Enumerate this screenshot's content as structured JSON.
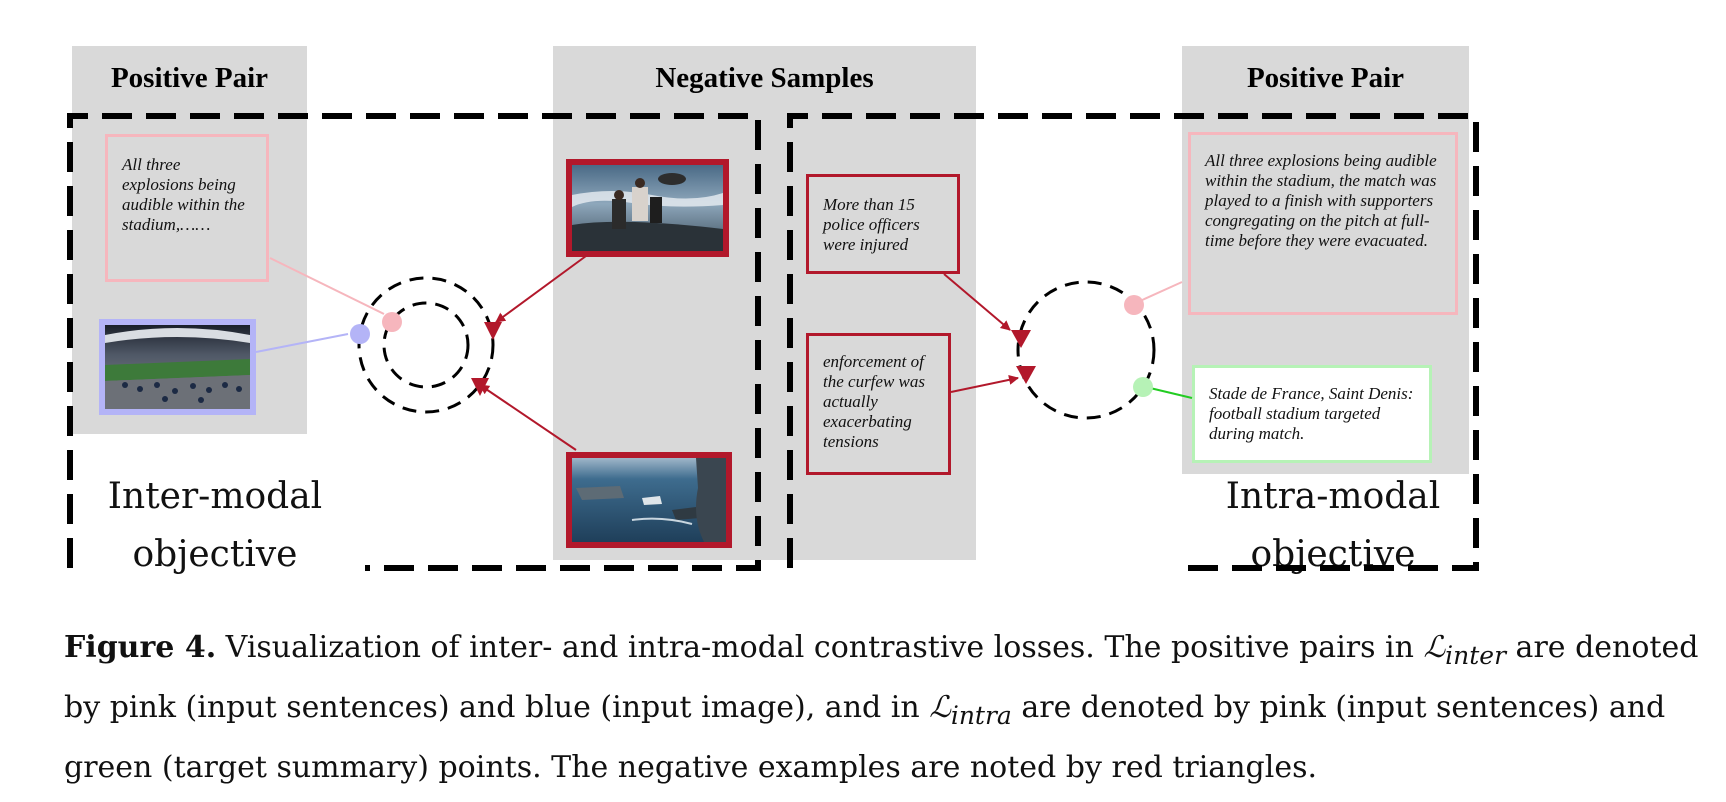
{
  "panels": {
    "left_title": "Positive Pair",
    "center_title": "Negative Samples",
    "right_title": "Positive Pair"
  },
  "boxes": {
    "left_pink": "All three explosions being audible within the stadium,……",
    "center_red_1": "More than 15 police officers were injured",
    "center_red_2": "enforcement of the curfew was actually exacerbating tensions",
    "right_pink": "All three explosions being audible within the stadium, the match was played to a finish with supporters congregating on the pitch at full-time before they were evacuated.",
    "right_green": "Stade de France, Saint Denis: football stadium targeted during match."
  },
  "objectives": {
    "inter": "Inter-modal\nobjective",
    "intra": "Intra-modal\nobjective"
  },
  "caption": {
    "figure_label": "Figure 4.",
    "text_1": " Visualization of inter- and intra-modal contrastive losses. The positive pairs in ",
    "math_inter": "ℒ",
    "math_inter_sub": "inter",
    "text_2": " are denoted by pink (input sentences) and blue (input image), and in ",
    "math_intra": "ℒ",
    "math_intra_sub": "intra",
    "text_3": " are denoted by pink (input sentences) and green (target summary) points. The negative examples are noted by red triangles."
  },
  "colors": {
    "pink": "#f6b6bd",
    "blue": "#b4b4f7",
    "green": "#b6f2b6",
    "red": "#b2182b",
    "panel_gray": "#d9d9d9"
  },
  "icons": {
    "rescue_photo": "rocky-shore-rescue-photo",
    "boat_photo": "sea-boats-photo",
    "stadium_photo": "stadium-crowd-photo"
  }
}
